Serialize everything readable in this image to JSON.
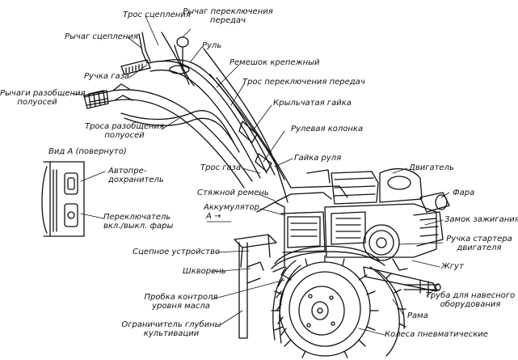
{
  "labels": {
    "clutch_cable": "Трос сцепления",
    "gear_lever_l1": "Рычаг переключения",
    "gear_lever_l2": "передач",
    "clutch_lever": "Рычаг сцепления",
    "handlebar": "Руль",
    "fastening_strap": "Ремешок крепежный",
    "throttle_grip": "Ручка газа",
    "gear_cable": "Трос переключения передач",
    "diff_levers_l1": "Рычаги разобщения",
    "diff_levers_l2": "полуосей",
    "wing_nut": "Крыльчатая гайка",
    "diff_cables_l1": "Троса разобщения",
    "diff_cables_l2": "полуосей",
    "steering_column": "Рулевая колонка",
    "view_a": "Вид А (повернуто)",
    "fuse_l1": "Автопре-",
    "fuse_l2": "дохранитель",
    "handlebar_nut": "Гайка руля",
    "throttle_cable": "Трос газа",
    "engine": "Двигатель",
    "headlight_switch_l1": "Переключатель",
    "headlight_switch_l2": "вкл./выкл. фары",
    "tension_belt": "Стяжной ремень",
    "headlight": "Фара",
    "battery": "Аккумулятор",
    "ignition_lock": "Замок зажигания",
    "arrow_a": "А",
    "hitch": "Сцепное устройство",
    "starter_handle_l1": "Ручка стартера",
    "starter_handle_l2": "двигателя",
    "king_pin": "Шкворень",
    "harness": "Жгут",
    "oil_plug_l1": "Пробка контроля",
    "oil_plug_l2": "уровня масла",
    "implement_tube_l1": "Труба для навесного",
    "implement_tube_l2": "оборудования",
    "frame": "Рама",
    "depth_limiter_l1": "Ограничитель глубины",
    "depth_limiter_l2": "культивации",
    "wheels": "Колеса пневматические"
  },
  "colors": {
    "ink": "#111111",
    "paper": "#ffffff"
  }
}
